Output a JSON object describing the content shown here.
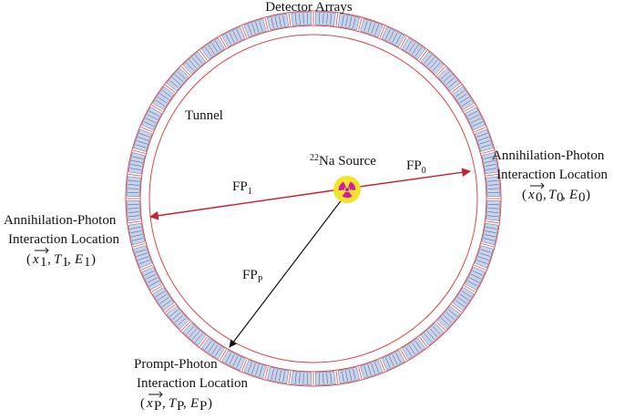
{
  "labels": {
    "detector_arrays": "Detector Arrays",
    "tunnel": "Tunnel",
    "source": {
      "sup": "22",
      "text": "Na Source"
    },
    "fp0": {
      "base": "FP",
      "sub": "0"
    },
    "fp1": {
      "base": "FP",
      "sub": "1"
    },
    "fpp": {
      "base": "FP",
      "sub": "P"
    },
    "right_location": {
      "line1": "Annihilation-Photon",
      "line2": "Interaction Location",
      "x": "x",
      "xsub": "0",
      "t": "T",
      "tsub": "0",
      "e": "E",
      "esub": "0"
    },
    "left_location": {
      "line1": "Annihilation-Photon",
      "line2": "Interaction Location",
      "x": "x",
      "xsub": "1",
      "t": "T",
      "tsub": "1",
      "e": "E",
      "esub": "1"
    },
    "prompt_location": {
      "line1": "Prompt-Photon",
      "line2": "Interaction Location",
      "x": "x",
      "xsub": "P",
      "t": "T",
      "tsub": "P",
      "e": "E",
      "esub": "P"
    }
  },
  "colors": {
    "ring_outline": "#d44a4a",
    "detector_fill": "#c9d4e8",
    "detector_line": "#3a4f9a",
    "gap_color": "#e06a6a",
    "annihilation_arrow": "#cc1f2d",
    "prompt_arrow": "#111111",
    "source_yellow": "#f2e32b",
    "source_magenta": "#d11aa6"
  },
  "icons": {
    "source": "radiation-trefoil-icon"
  }
}
